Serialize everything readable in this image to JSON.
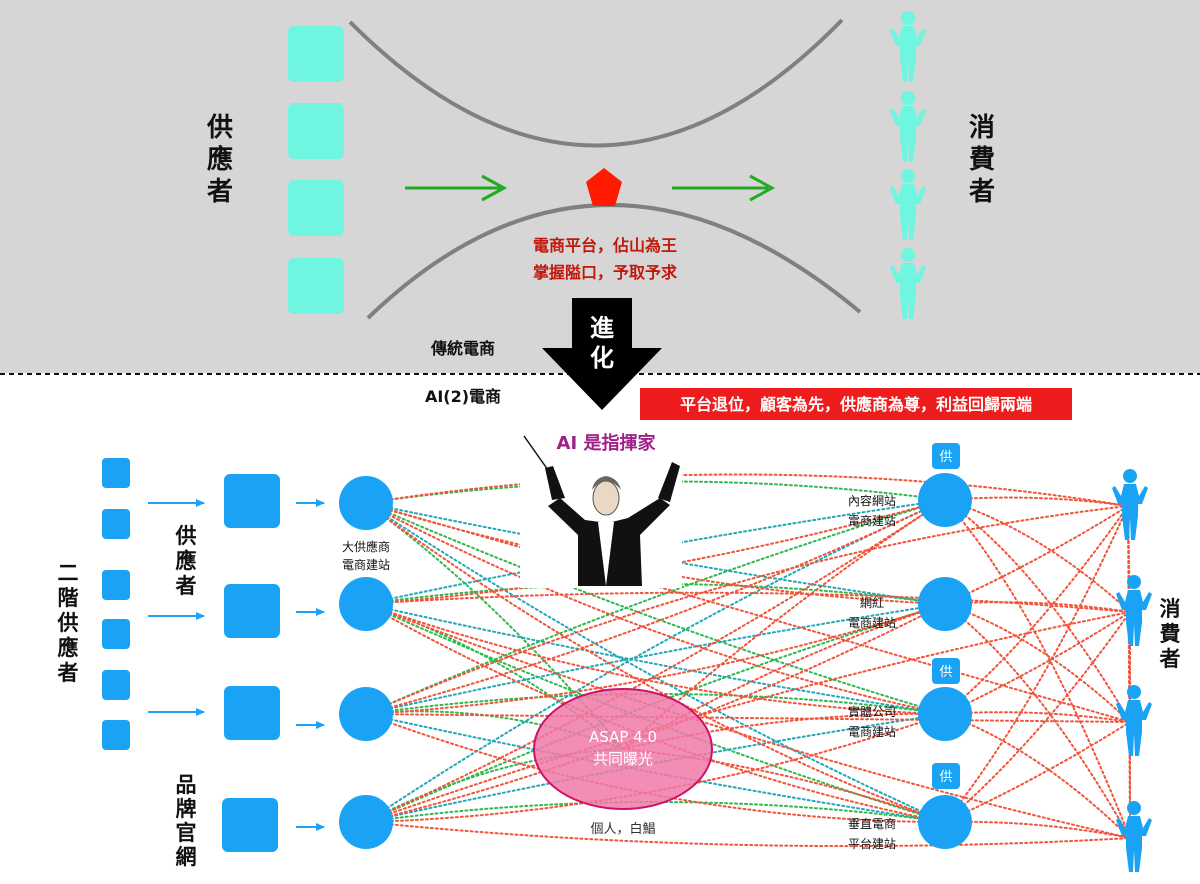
{
  "top": {
    "supplier_label": "供應者",
    "consumer_label": "消費者",
    "platform_line1": "電商平台，佔山為王",
    "platform_line2": "掌握隘口，予取予求",
    "traditional_label": "傳統電商",
    "evolve_label": "進化",
    "colors": {
      "background": "#d6d6d6",
      "box": "#6ff5e0",
      "person": "#6ff5e0",
      "curve": "#808080",
      "arrow": "#22aa22",
      "pentagon": "#ff1a00",
      "platform_text": "#c0180c"
    }
  },
  "bottom": {
    "ai_label": "AI(2)電商",
    "banner": "平台退位，顧客為先，供應商為尊，利益回歸兩端",
    "conductor": "AI 是指揮家",
    "second_tier_label": "二階供應者",
    "supplier_label": "供應者",
    "brand_label": "品牌官網",
    "consumer_label": "消費者",
    "big_supplier_line1": "大供應商",
    "big_supplier_line2": "電商建站",
    "asap_line1": "ASAP 4.0",
    "asap_line2": "共同曝光",
    "personal_label": "個人，白鯧",
    "right_nodes": [
      {
        "line1": "內容網站",
        "line2": "電商建站",
        "badge": "供"
      },
      {
        "line1": "網紅",
        "line2": "電商建站",
        "badge": ""
      },
      {
        "line1": "實體公司",
        "line2": "電商建站",
        "badge": "供"
      },
      {
        "line1": "垂直電商",
        "line2": "平台建站",
        "badge": "供"
      }
    ],
    "colors": {
      "node": "#1aa3f5",
      "banner": "#ee1c1c",
      "green_dotted": "#2fb84e",
      "teal_dotted": "#22a7b8",
      "red_dotted": "#f0553a",
      "ellipse": "#f07aa8",
      "person": "#1aa3f5",
      "conductor_label": "#a0208a"
    }
  }
}
